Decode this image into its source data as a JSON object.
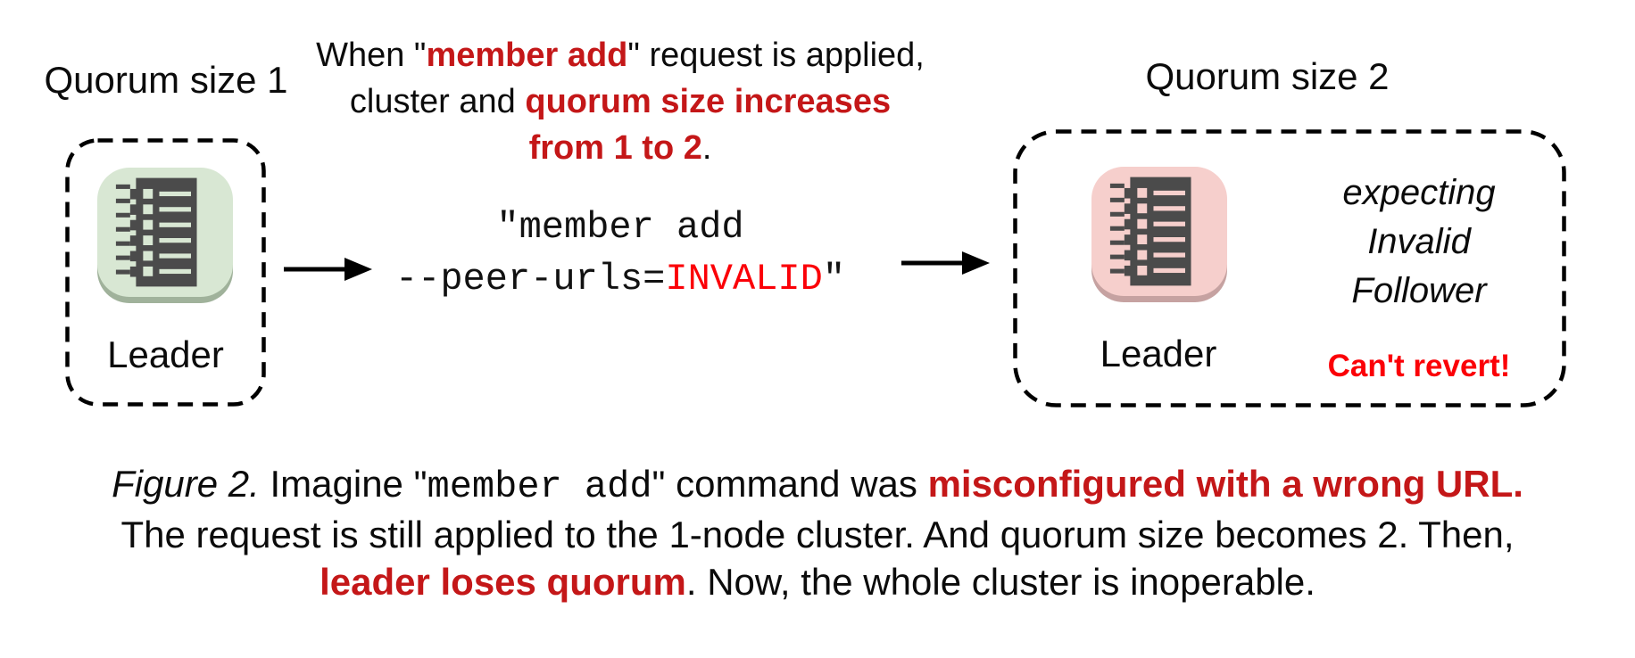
{
  "colors": {
    "ink": "#0b0b0b",
    "dark_red": "#c41718",
    "bright_red": "#fb0007",
    "green_node_bg": "#d8e7d3",
    "green_node_shade": "#a0b29b",
    "pink_node_bg": "#f6cfcc",
    "pink_node_shade": "#c6a2a1",
    "glyph_dark": "#4b4b4b"
  },
  "left_cluster": {
    "title": "Quorum size 1",
    "node_label": "Leader"
  },
  "annotation": {
    "line1_pre": "When \"",
    "line1_em": "member add",
    "line1_post": "\" request is applied,",
    "line2_pre": "cluster and ",
    "line2_em": "quorum size increases",
    "line3_em": "from 1 to 2",
    "line3_post": "."
  },
  "command": {
    "line1": "\"member add",
    "line2_pre": "--peer-urls=",
    "line2_em": "INVALID",
    "line2_post": "\""
  },
  "right_cluster": {
    "title": "Quorum size 2",
    "node_label": "Leader",
    "expecting_line1": "expecting",
    "expecting_line2": "Invalid",
    "expecting_line3": "Follower",
    "warning": "Can't revert!"
  },
  "caption": {
    "figure_label": "Figure 2.",
    "line1_pre": " Imagine \"",
    "line1_code": "member add",
    "line1_mid": "\" command was ",
    "line1_em": "misconfigured with a wrong URL",
    "line1_post": ".",
    "line2": "The request is still applied to the 1-node cluster. And quorum size becomes 2. Then,",
    "line3_em": "leader loses quorum",
    "line3_post": ". Now, the whole cluster is inoperable."
  }
}
